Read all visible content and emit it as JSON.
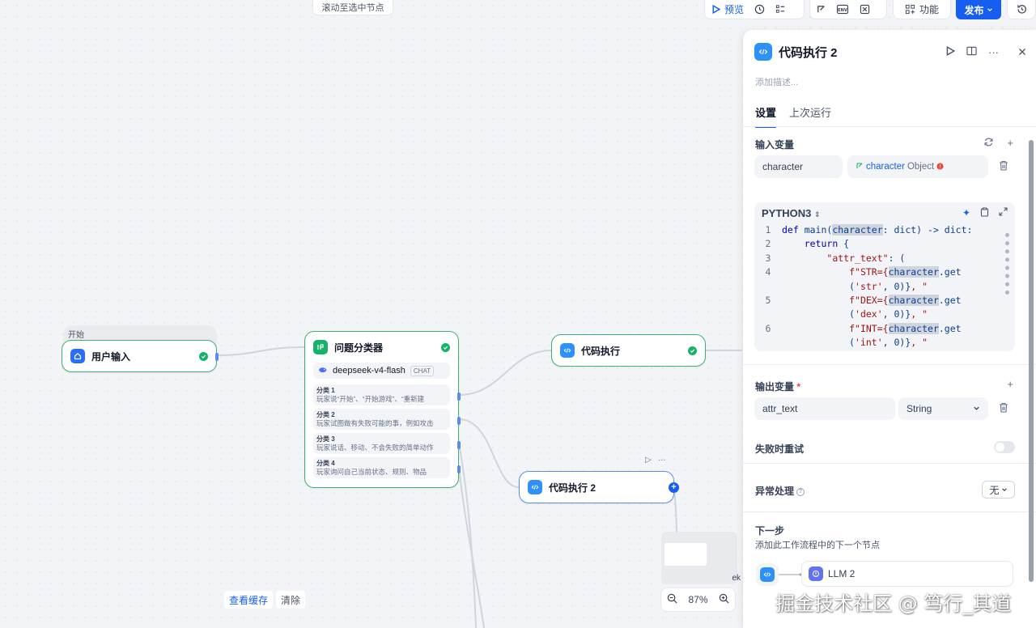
{
  "canvas": {
    "scroll_hint": "滚动至选中节点",
    "view_cache": "查看缓存",
    "clear": "清除",
    "zoom": "87%"
  },
  "toolbar": {
    "preview": "预览",
    "env": "ENV",
    "features": "功能",
    "publish": "发布"
  },
  "nodes": {
    "start_group": "开始",
    "user_input": "用户输入",
    "classifier": {
      "title": "问题分类器",
      "model": "deepseek-v4-flash",
      "model_tag": "CHAT",
      "categories": [
        {
          "name": "分类 1",
          "desc": "玩家说“开始”、“开始游戏”、“重新建"
        },
        {
          "name": "分类 2",
          "desc": "玩家试图做有失败可能的事，例如攻击"
        },
        {
          "name": "分类 3",
          "desc": "玩家说话、移动、不会失败的简单动作"
        },
        {
          "name": "分类 4",
          "desc": "玩家询问自己当前状态、规则、物品"
        }
      ]
    },
    "code1": "代码执行",
    "code2": "代码执行 2",
    "minimap_text": "ek"
  },
  "panel": {
    "title": "代码执行 2",
    "desc_placeholder": "添加描述...",
    "tabs": [
      "设置",
      "上次运行"
    ],
    "input_vars_title": "输入变量",
    "input_var": {
      "name": "character",
      "source": "character",
      "type": "Object"
    },
    "language": "PYTHON3",
    "code_lines": [
      {
        "ln": "1"
      },
      {
        "ln": "2"
      },
      {
        "ln": "3"
      },
      {
        "ln": "4"
      },
      {
        "ln": ""
      },
      {
        "ln": "5"
      },
      {
        "ln": ""
      },
      {
        "ln": "6"
      },
      {
        "ln": ""
      }
    ],
    "output_vars_title": "输出变量",
    "output_required": "*",
    "output_var": {
      "name": "attr_text",
      "type": "String"
    },
    "retry_label": "失败时重试",
    "error_label": "异常处理",
    "error_value": "无",
    "next_title": "下一步",
    "next_desc": "添加此工作流程中的下一个节点",
    "next_node": "LLM 2"
  },
  "watermark": "掘金技术社区 @ 笃行_其道",
  "colors": {
    "accent": "#155eef",
    "success": "#17b26a",
    "start_icon": "#296dff",
    "classifier_icon": "#17b26a",
    "code_icon": "#2e90fa",
    "llm_icon": "#6172f3"
  }
}
